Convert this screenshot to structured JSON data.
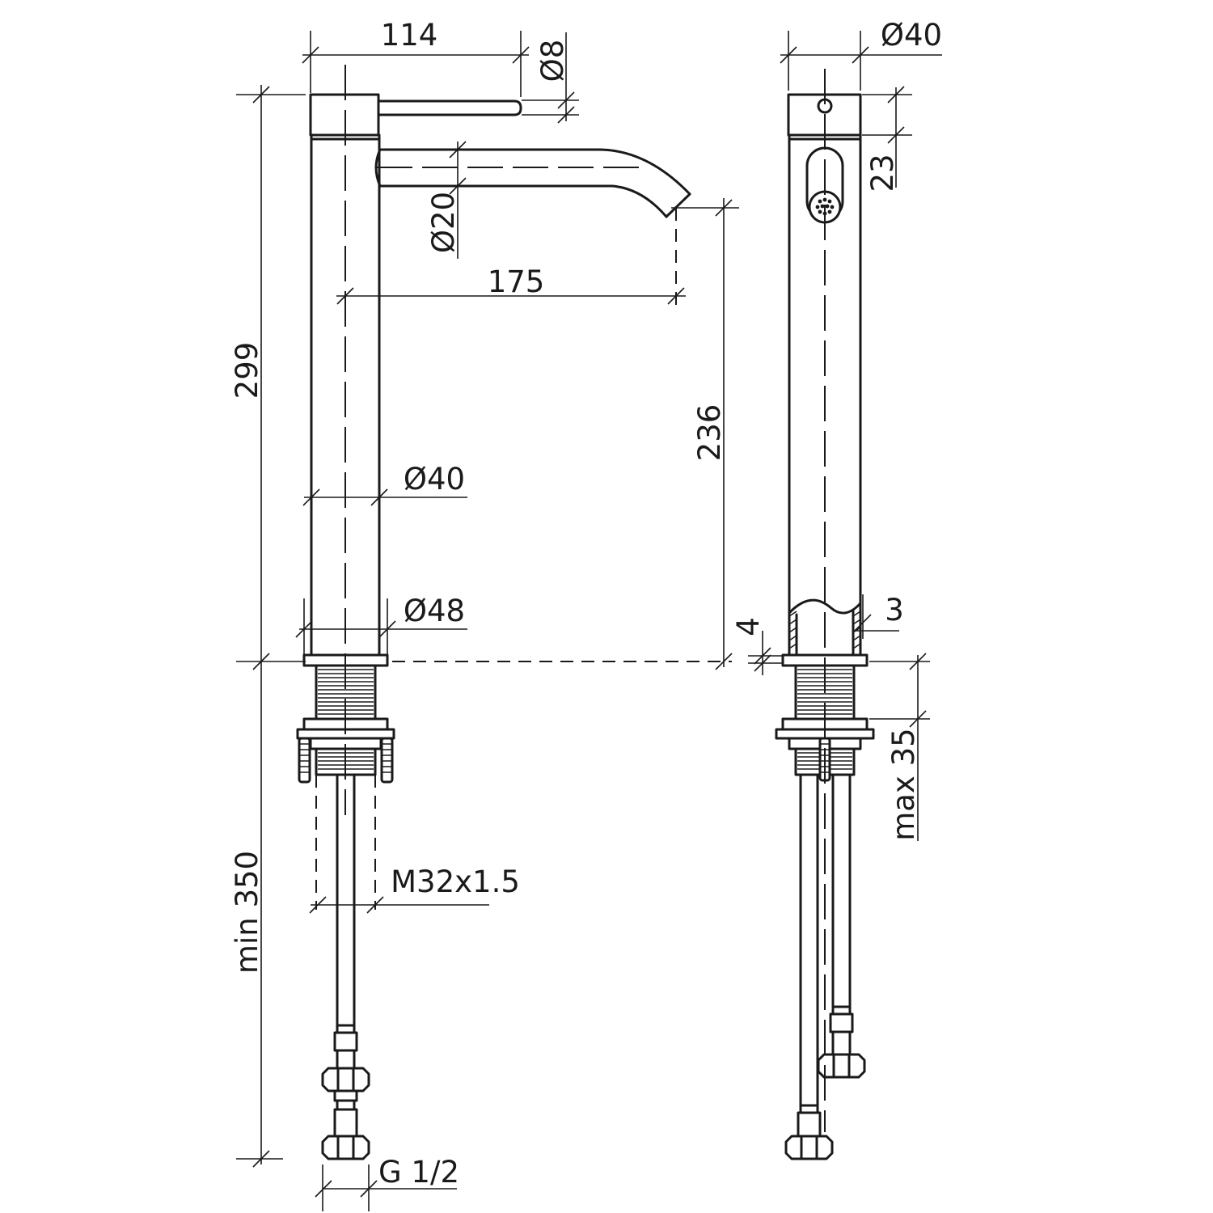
{
  "drawing": {
    "dimensions": {
      "lever_reach": "114",
      "lever_dia": "Ø8",
      "spout_dia": "Ø20",
      "spout_reach": "175",
      "total_height": "299",
      "outlet_height": "236",
      "body_dia": "Ø40",
      "base_dia": "Ø48",
      "base_gap": "4",
      "wall": "3",
      "side_dia": "Ø40",
      "outlet_offset": "23",
      "deck_thickness": "max 35",
      "thread": "M32x1.5",
      "hose_length": "min 350",
      "connection": "G 1/2"
    }
  }
}
